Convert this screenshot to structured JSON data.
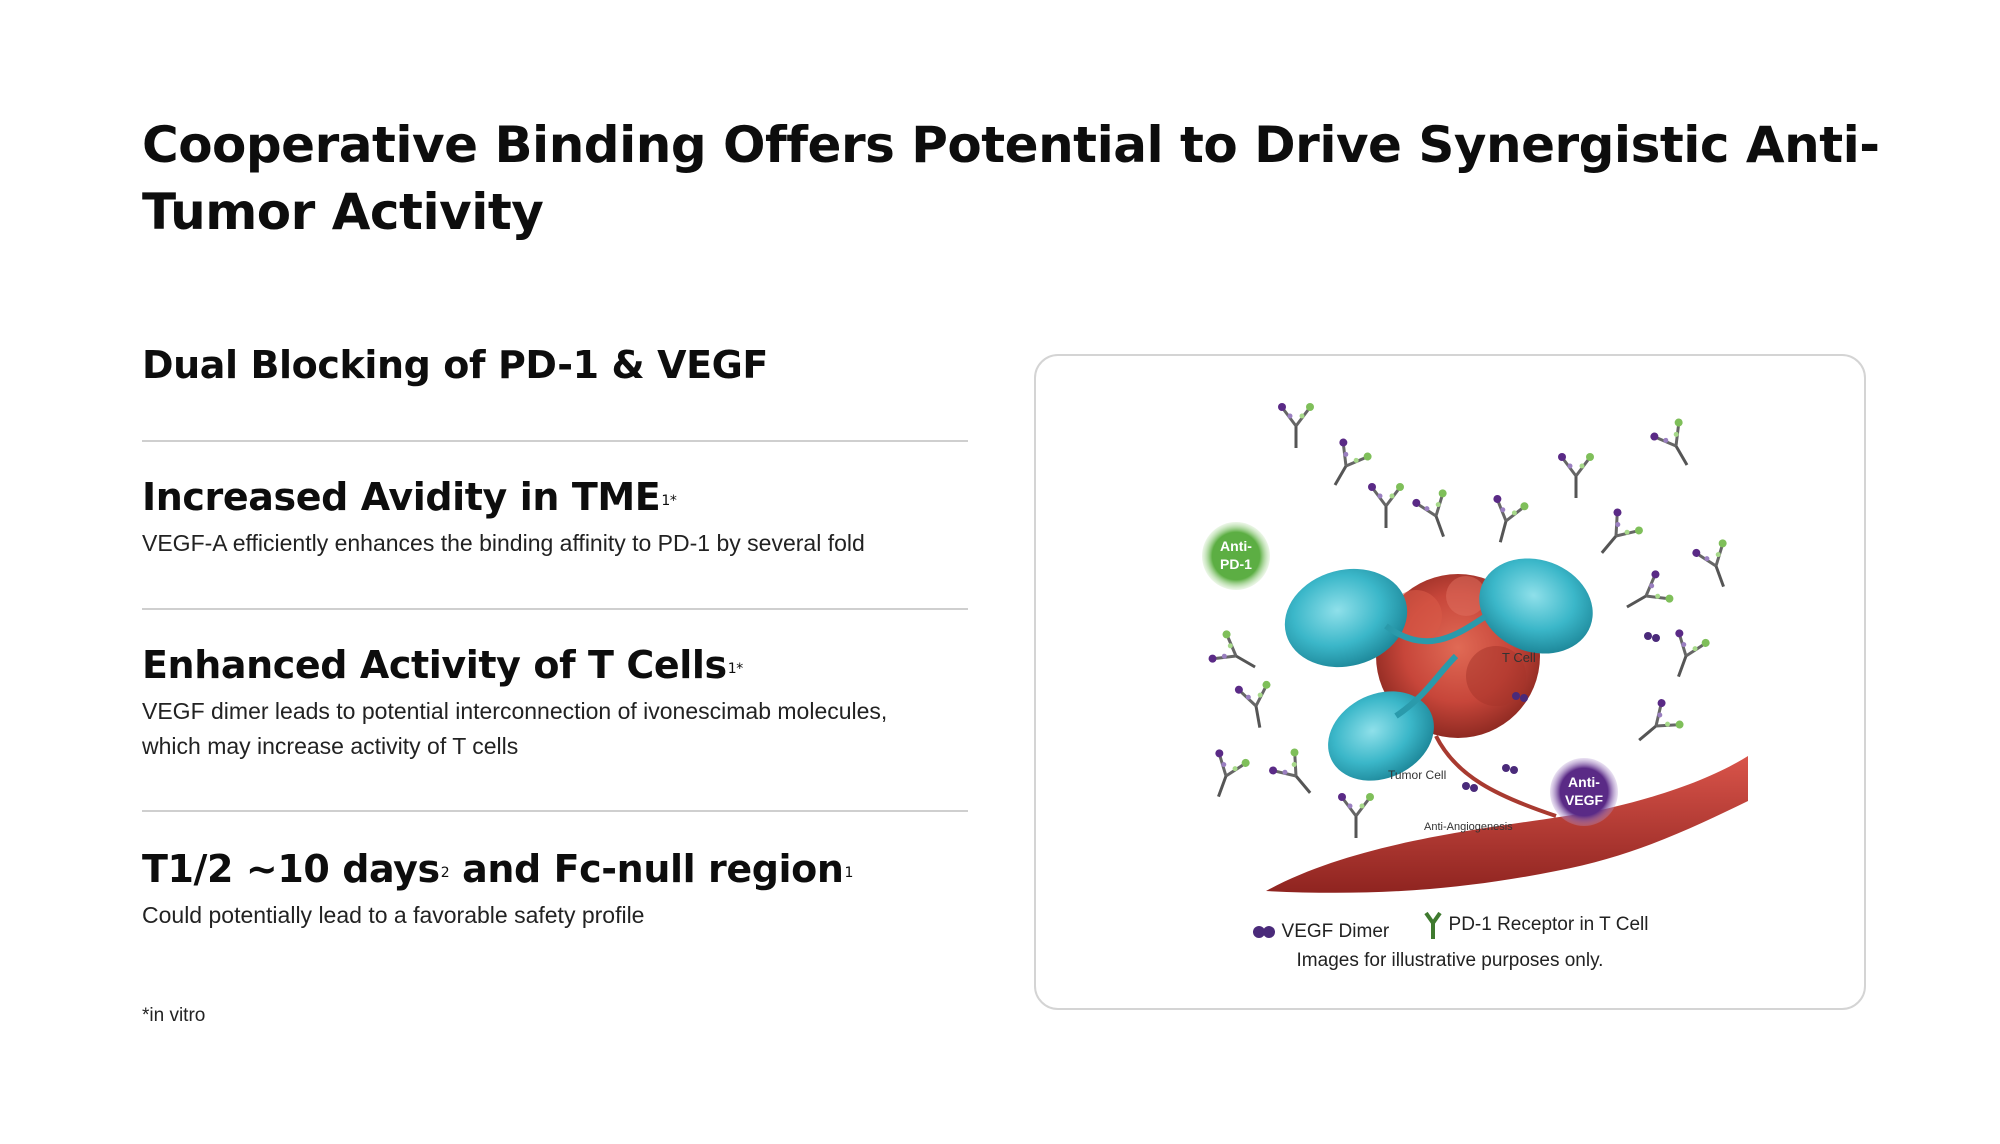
{
  "title": "Cooperative Binding Offers Potential to Drive Synergistic Anti-Tumor Activity",
  "features": [
    {
      "heading": "Dual Blocking of PD-1 & VEGF",
      "sup": "",
      "desc": ""
    },
    {
      "heading": "Increased Avidity in TME",
      "sup": "1*",
      "desc": "VEGF-A efficiently enhances the binding affinity to PD-1 by several fold"
    },
    {
      "heading": "Enhanced Activity of T Cells",
      "sup": "1*",
      "desc": "VEGF dimer leads to potential interconnection of ivonescimab molecules, which may increase activity of T cells"
    },
    {
      "heading_a": "T1/2 ~10 days",
      "sup_a": "2",
      "heading_b": " and Fc-null region",
      "sup_b": "1",
      "desc": "Could potentially lead to a favorable safety profile"
    }
  ],
  "footnote": "*in vitro",
  "figure": {
    "labels": {
      "anti_pd1": [
        "Anti-",
        "PD-1"
      ],
      "anti_vegf": [
        "Anti-",
        "VEGF"
      ],
      "t_cell": "T Cell",
      "tumor_cell": "Tumor Cell",
      "anti_angiogenesis": "Anti-Angiogenesis"
    },
    "legend": {
      "vegf_dimer": "VEGF Dimer",
      "pd1_receptor": "PD-1 Receptor in T Cell"
    },
    "caption": "Images for illustrative purposes only.",
    "colors": {
      "t_cell": "#3bb7c9",
      "tumor": "#c7463a",
      "vessel": "#b8302a",
      "anti_pd1": "#5cae43",
      "anti_vegf": "#5a2a86",
      "vegf": "#4a2a7a",
      "receptor": "#3f7a2f"
    }
  }
}
